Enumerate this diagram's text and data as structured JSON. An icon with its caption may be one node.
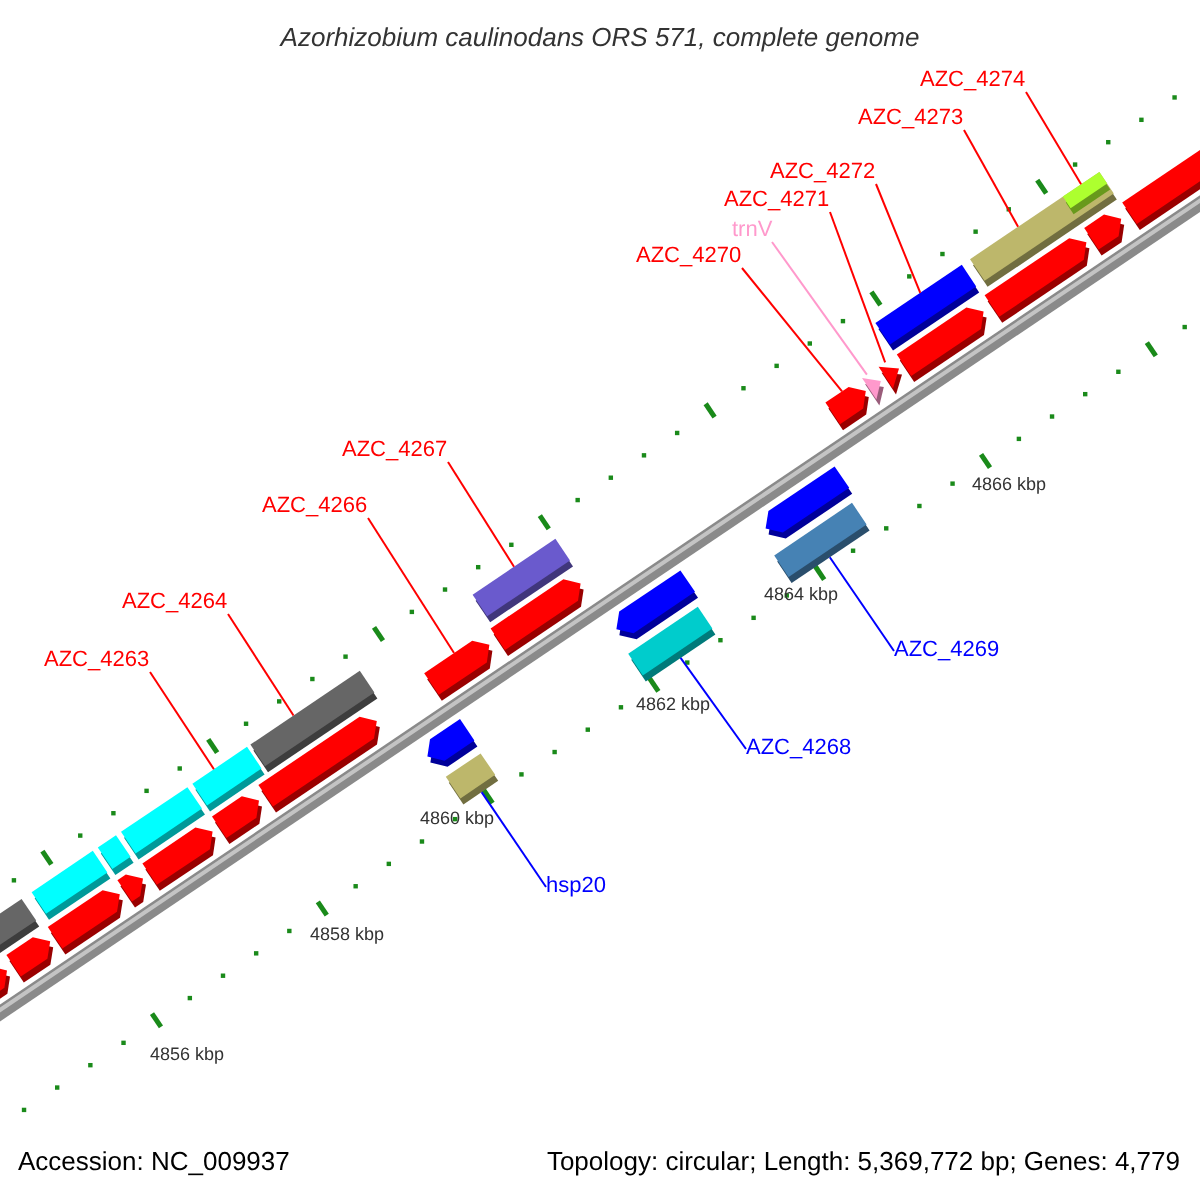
{
  "diagram": {
    "title": "Azorhizobium caulinodans ORS 571, complete genome",
    "nodes": [
      {
        "text": [
          "AZC_4274"
        ]
      },
      {
        "text": [
          "AZC_4273"
        ]
      },
      {
        "text": [
          "AZC_4272"
        ]
      },
      {
        "text": [
          "AZC_4271"
        ]
      },
      {
        "text": [
          "trnV"
        ]
      },
      {
        "text": [
          "AZC_4270"
        ]
      },
      {
        "text": [
          "AZC_4267"
        ]
      },
      {
        "text": [
          "AZC_4266"
        ]
      },
      {
        "text": [
          "AZC_4269"
        ]
      },
      {
        "text": [
          "AZC_4264"
        ]
      },
      {
        "text": [
          "AZC_4263"
        ]
      },
      {
        "text": [
          "AZC_4268"
        ]
      },
      {
        "text": [
          "hsp20"
        ]
      },
      {
        "text": [],
        "shape": "bar"
      },
      {
        "text": [],
        "shape": "bar"
      },
      {
        "text": [],
        "shape": "bar"
      },
      {
        "text": [],
        "shape": "bar"
      },
      {
        "text": [],
        "shape": "bar"
      },
      {
        "text": [],
        "shape": "bar"
      },
      {
        "text": [],
        "shape": "bar"
      },
      {
        "text": [],
        "shape": "bar"
      },
      {
        "text": [],
        "shape": "bar"
      },
      {
        "text": [],
        "shape": "bar"
      },
      {
        "text": [],
        "shape": "bar"
      },
      {
        "text": [],
        "shape": "bar"
      },
      {
        "text": [],
        "shape": "bar"
      },
      {
        "text": [],
        "shape": "bar"
      },
      {
        "text": [],
        "shape": "bar"
      },
      {
        "text": [],
        "shape": "bar"
      },
      {
        "text": [],
        "shape": "bar"
      },
      {
        "text": [],
        "shape": "bar"
      },
      {
        "text": [],
        "shape": "bar"
      },
      {
        "text": [],
        "shape": "bar"
      },
      {
        "text": [],
        "shape": "bar"
      },
      {
        "text": [],
        "shape": "bar"
      },
      {
        "text": [],
        "shape": "bar"
      },
      {
        "text": [],
        "shape": "bar"
      },
      {
        "text": [],
        "shape": "bar"
      },
      {
        "text": [],
        "shape": "bar"
      },
      {
        "text": [],
        "shape": "bar"
      },
      {
        "text": [],
        "shape": "bar"
      },
      {
        "text": [],
        "shape": "bar"
      },
      {
        "text": [],
        "shape": "bar"
      },
      {
        "text": [],
        "shape": "bar",
        "in": 41
      },
      {
        "text": [],
        "shape": "bar"
      }
    ],
    "edges": [
      {
        "from": 0,
        "to": 43,
        "arrow": "none"
      },
      {
        "from": 1,
        "to": 41,
        "arrow": "none"
      },
      {
        "from": 2,
        "to": 38,
        "arrow": "none"
      },
      {
        "from": 3,
        "to": 37,
        "arrow": "none"
      },
      {
        "from": 4,
        "to": 36,
        "arrow": "none",
        "color": "#ff99cc"
      },
      {
        "from": 5,
        "to": 35,
        "arrow": "none"
      },
      {
        "from": 6,
        "to": 30,
        "arrow": "none"
      },
      {
        "from": 7,
        "to": 28,
        "arrow": "none"
      },
      {
        "from": 8,
        "to": 33,
        "arrow": "none",
        "color": "#0000ff"
      },
      {
        "from": 9,
        "to": 25,
        "arrow": "none"
      },
      {
        "from": 10,
        "to": 23,
        "arrow": "none"
      },
      {
        "from": 11,
        "to": 31,
        "arrow": "none",
        "color": "#0000ff"
      },
      {
        "from": 12,
        "to": 27,
        "arrow": "none",
        "color": "#0000ff"
      }
    ],
    "labels": [
      "4866 kbp",
      "4864 kbp",
      "4862 kbp",
      "4860 kbp",
      "4858 kbp",
      "4856 kbp",
      "Accession: NC_009937",
      "Topology: circular; Length: 5,369,772 bp; Genes: 4,779"
    ]
  }
}
